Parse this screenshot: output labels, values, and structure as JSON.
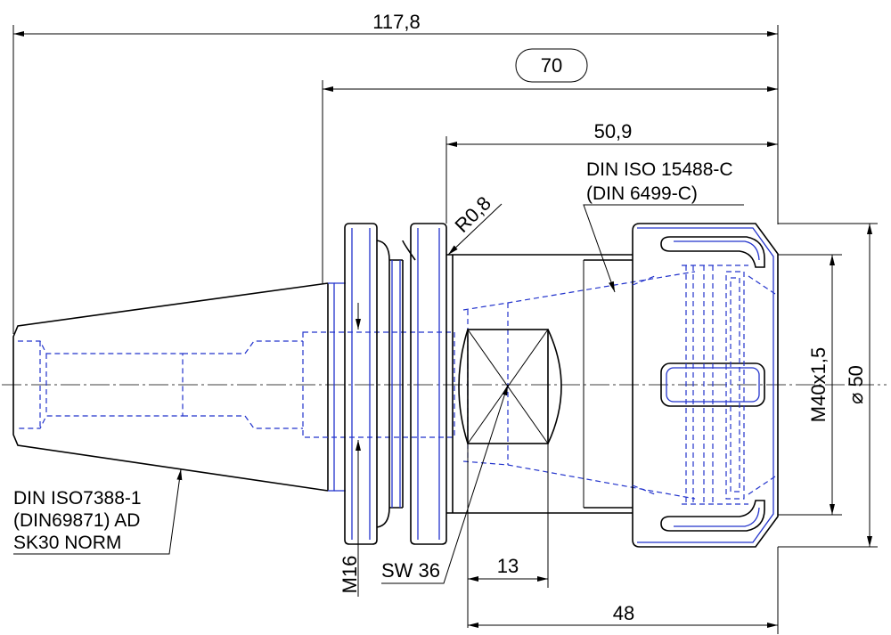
{
  "dimensions": {
    "overall_length": "117,8",
    "gauge_length": "70",
    "nut_length": "50,9",
    "radius": "R0,8",
    "pull_stud_thread": "M16",
    "wrench_size": "SW 36",
    "flat_width": "13",
    "collet_length": "48",
    "nut_thread": "M40x1,5",
    "nut_diameter": "⌀ 50"
  },
  "notes": {
    "collet_standard_line1": "DIN ISO 15488-C",
    "collet_standard_line2": "(DIN 6499-C)",
    "taper_standard_line1": "DIN ISO7388-1",
    "taper_standard_line2": "(DIN69871) AD",
    "taper_standard_line3": "SK30 NORM"
  },
  "colors": {
    "outline": "#000000",
    "hidden_lines": "#2233cc"
  }
}
